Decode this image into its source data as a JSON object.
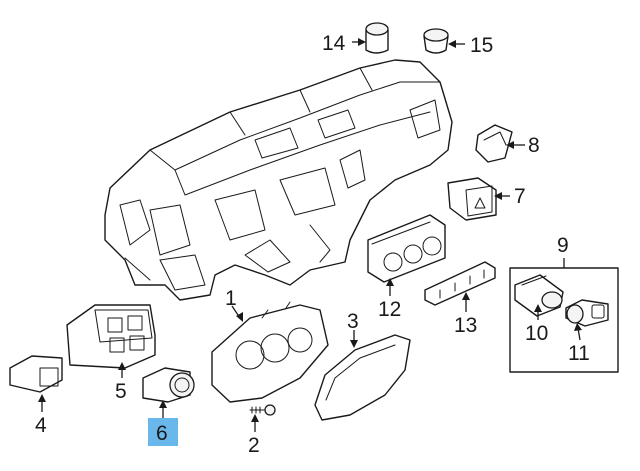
{
  "diagram": {
    "highlight_color": "#6ab7ec",
    "callouts": [
      {
        "id": "c1",
        "label": "1",
        "highlighted": false
      },
      {
        "id": "c2",
        "label": "2",
        "highlighted": false
      },
      {
        "id": "c3",
        "label": "3",
        "highlighted": false
      },
      {
        "id": "c4",
        "label": "4",
        "highlighted": false
      },
      {
        "id": "c5",
        "label": "5",
        "highlighted": false
      },
      {
        "id": "c6",
        "label": "6",
        "highlighted": true
      },
      {
        "id": "c7",
        "label": "7",
        "highlighted": false
      },
      {
        "id": "c8",
        "label": "8",
        "highlighted": false
      },
      {
        "id": "c9",
        "label": "9",
        "highlighted": false
      },
      {
        "id": "c10",
        "label": "10",
        "highlighted": false
      },
      {
        "id": "c11",
        "label": "11",
        "highlighted": false
      },
      {
        "id": "c12",
        "label": "12",
        "highlighted": false
      },
      {
        "id": "c13",
        "label": "13",
        "highlighted": false
      },
      {
        "id": "c14",
        "label": "14",
        "highlighted": false
      },
      {
        "id": "c15",
        "label": "15",
        "highlighted": false
      }
    ]
  }
}
